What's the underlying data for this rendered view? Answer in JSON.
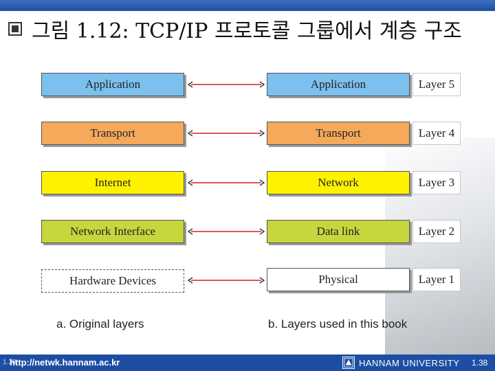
{
  "slide": {
    "title": "그림 1.12: TCP/IP 프로토콜 그룹에서 계층 구조"
  },
  "left_stack": {
    "caption": "a. Original layers",
    "boxes": [
      "Application",
      "Transport",
      "Internet",
      "Network Interface",
      "Hardware Devices"
    ]
  },
  "right_stack": {
    "caption": "b. Layers used in this book",
    "boxes": [
      "Application",
      "Transport",
      "Network",
      "Data link",
      "Physical"
    ]
  },
  "layer_labels": [
    "Layer 5",
    "Layer 4",
    "Layer 3",
    "Layer 2",
    "Layer 1"
  ],
  "colors": {
    "application": "#7cc0ee",
    "transport": "#f5a95b",
    "network": "#fff200",
    "datalink": "#c7d63d",
    "physical": "#ffffff",
    "arrow": "#d22020",
    "footer": "#1d4ea3"
  },
  "icons": {
    "bullet": "checkbox-bullet-icon",
    "logo": "hannam-logo-icon"
  },
  "footer": {
    "url": "http://netwk.hannam.ac.kr",
    "page_left": "1.38",
    "university": "HANNAM UNIVERSITY",
    "page_right": "1.38"
  }
}
